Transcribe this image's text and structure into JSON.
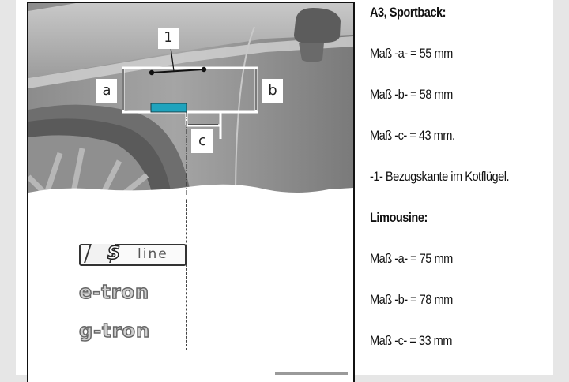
{
  "figure": {
    "callouts": {
      "ref_edge": "1",
      "dim_a": "a",
      "dim_b": "b",
      "dim_c": "c"
    },
    "marker_color": "#1fa3bd",
    "badges": [
      {
        "name": "s-line",
        "s_glyph": "S",
        "text": "line"
      },
      {
        "name": "e-tron",
        "text": "e-tron"
      },
      {
        "name": "g-tron",
        "text": "g-tron"
      }
    ]
  },
  "specs": {
    "sportback": {
      "heading": "A3, Sportback:",
      "a": "Maß -a- = 55 mm",
      "b": "Maß -b- = 58 mm",
      "c": "Maß -c- = 43 mm.",
      "note": "-1- Bezugskante im Kotflügel."
    },
    "limousine": {
      "heading": "Limousine:",
      "a": "Maß -a- = 75 mm",
      "b": "Maß -b- = 78 mm",
      "c": "Maß -c- = 33 mm"
    }
  }
}
